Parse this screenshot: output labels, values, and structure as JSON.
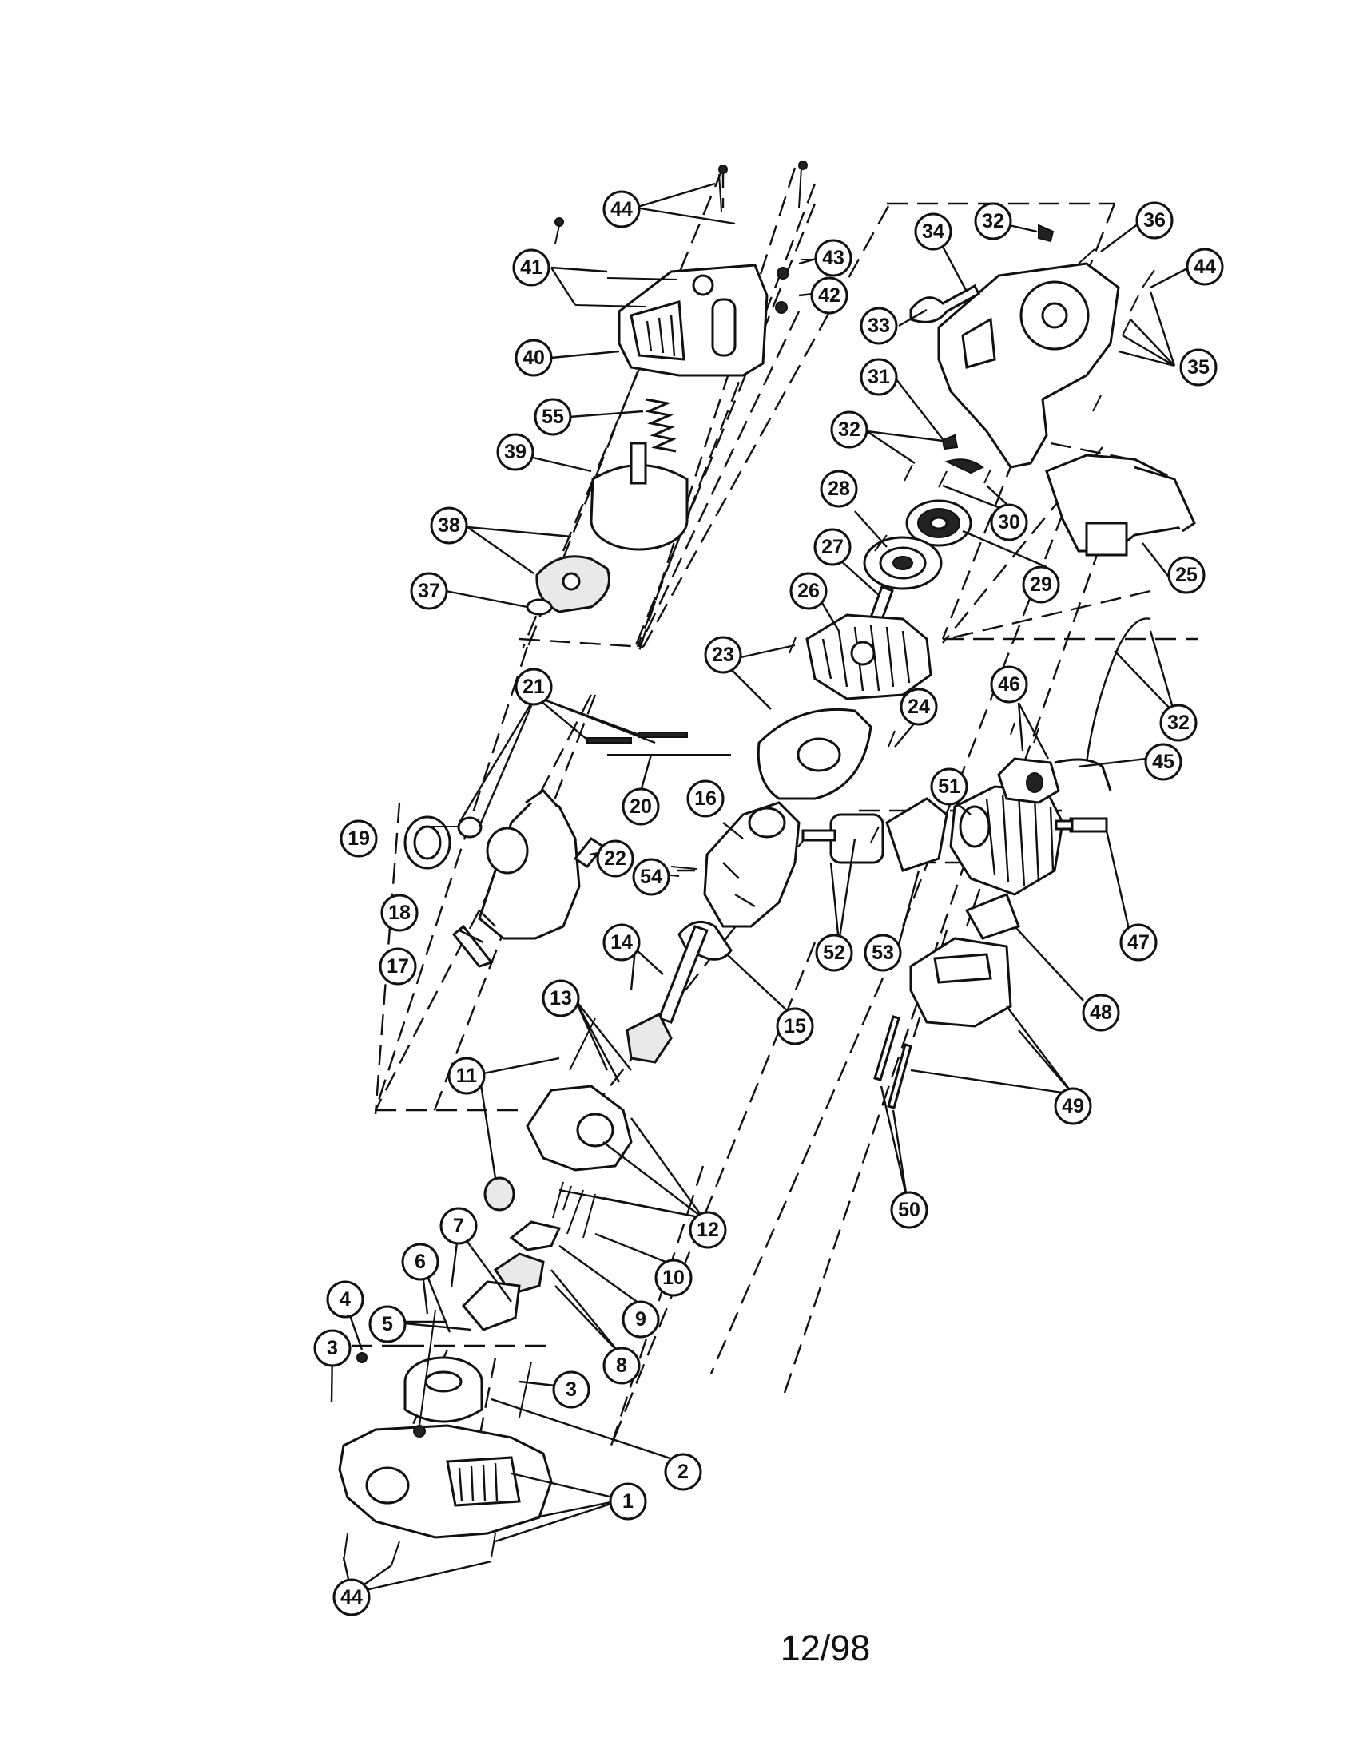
{
  "footer": {
    "date": "12/98"
  },
  "parts": [
    {
      "id": "1",
      "label": "1"
    },
    {
      "id": "2",
      "label": "2"
    },
    {
      "id": "3a",
      "label": "3"
    },
    {
      "id": "3b",
      "label": "3"
    },
    {
      "id": "4",
      "label": "4"
    },
    {
      "id": "5",
      "label": "5"
    },
    {
      "id": "6",
      "label": "6"
    },
    {
      "id": "7",
      "label": "7"
    },
    {
      "id": "8",
      "label": "8"
    },
    {
      "id": "9",
      "label": "9"
    },
    {
      "id": "10",
      "label": "10"
    },
    {
      "id": "11",
      "label": "11"
    },
    {
      "id": "12",
      "label": "12"
    },
    {
      "id": "13",
      "label": "13"
    },
    {
      "id": "14",
      "label": "14"
    },
    {
      "id": "15",
      "label": "15"
    },
    {
      "id": "16",
      "label": "16"
    },
    {
      "id": "17",
      "label": "17"
    },
    {
      "id": "18",
      "label": "18"
    },
    {
      "id": "19",
      "label": "19"
    },
    {
      "id": "20",
      "label": "20"
    },
    {
      "id": "21",
      "label": "21"
    },
    {
      "id": "22",
      "label": "22"
    },
    {
      "id": "23",
      "label": "23"
    },
    {
      "id": "24",
      "label": "24"
    },
    {
      "id": "25",
      "label": "25"
    },
    {
      "id": "26",
      "label": "26"
    },
    {
      "id": "27",
      "label": "27"
    },
    {
      "id": "28",
      "label": "28"
    },
    {
      "id": "29",
      "label": "29"
    },
    {
      "id": "30",
      "label": "30"
    },
    {
      "id": "31",
      "label": "31"
    },
    {
      "id": "32a",
      "label": "32"
    },
    {
      "id": "32b",
      "label": "32"
    },
    {
      "id": "32c",
      "label": "32"
    },
    {
      "id": "33",
      "label": "33"
    },
    {
      "id": "34",
      "label": "34"
    },
    {
      "id": "35",
      "label": "35"
    },
    {
      "id": "36",
      "label": "36"
    },
    {
      "id": "37",
      "label": "37"
    },
    {
      "id": "38",
      "label": "38"
    },
    {
      "id": "39",
      "label": "39"
    },
    {
      "id": "40",
      "label": "40"
    },
    {
      "id": "41",
      "label": "41"
    },
    {
      "id": "42",
      "label": "42"
    },
    {
      "id": "43",
      "label": "43"
    },
    {
      "id": "44a",
      "label": "44"
    },
    {
      "id": "44b",
      "label": "44"
    },
    {
      "id": "44c",
      "label": "44"
    },
    {
      "id": "45",
      "label": "45"
    },
    {
      "id": "46",
      "label": "46"
    },
    {
      "id": "47",
      "label": "47"
    },
    {
      "id": "48",
      "label": "48"
    },
    {
      "id": "49",
      "label": "49"
    },
    {
      "id": "50",
      "label": "50"
    },
    {
      "id": "51",
      "label": "51"
    },
    {
      "id": "52",
      "label": "52"
    },
    {
      "id": "53",
      "label": "53"
    },
    {
      "id": "54",
      "label": "54"
    },
    {
      "id": "55",
      "label": "55"
    }
  ]
}
